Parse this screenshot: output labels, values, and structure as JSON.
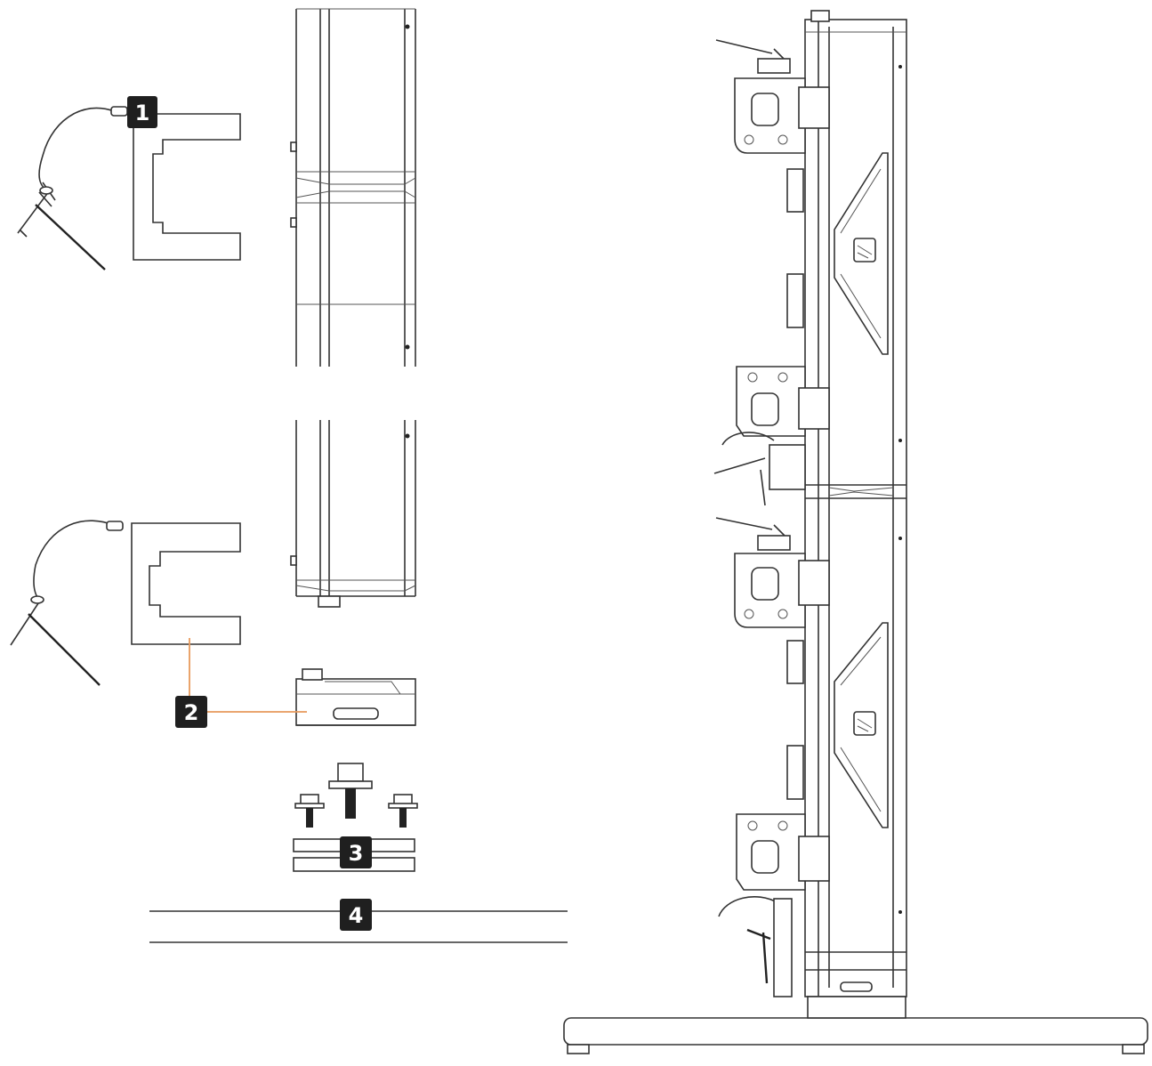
{
  "callouts": [
    {
      "id": "1",
      "label": "1"
    },
    {
      "id": "2",
      "label": "2"
    },
    {
      "id": "3",
      "label": "3"
    },
    {
      "id": "4",
      "label": "4"
    }
  ],
  "colors": {
    "line": "#333333",
    "leader": "#e89a5c",
    "callout_bg": "#1f1f1f",
    "callout_text": "#ffffff"
  },
  "icons": [
    "pin-with-lanyard",
    "u-bracket",
    "speaker-column",
    "base-adapter",
    "bolt",
    "base-plate",
    "assembled-column-on-stand"
  ]
}
